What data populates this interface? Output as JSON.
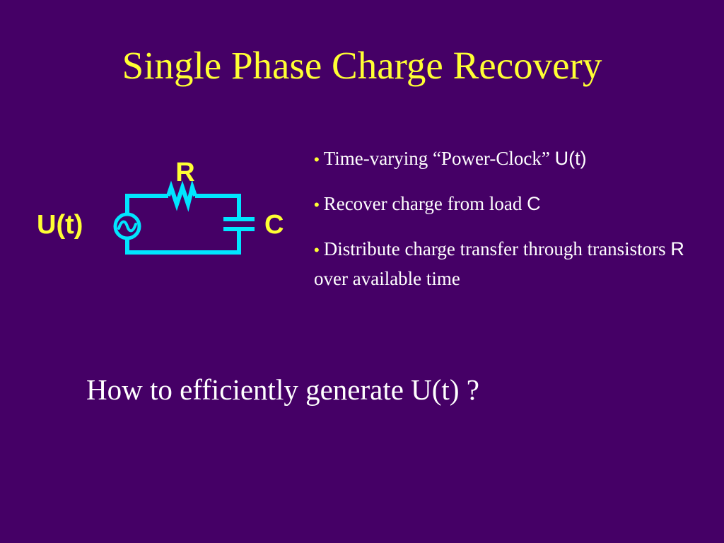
{
  "colors": {
    "background": "#450066",
    "title": "#ffff33",
    "label": "#ffff33",
    "circuit": "#00e5ff",
    "text": "#ffffff",
    "bullet": "#ffff33"
  },
  "slide": {
    "title": "Single Phase Charge Recovery",
    "question": "How to efficiently generate U(t) ?"
  },
  "diagram": {
    "label_r": "R",
    "label_source": "U(t)",
    "label_c": "C",
    "source_glyph": "∿",
    "icons": [
      "ac-source-icon",
      "resistor-icon",
      "capacitor-icon"
    ]
  },
  "bullets": [
    {
      "bullet": "•",
      "text": "Time-varying “Power-Clock” ",
      "symbol": "U(t)",
      "tail": ""
    },
    {
      "bullet": "•",
      "text": "Recover charge from load ",
      "symbol": "C",
      "tail": ""
    },
    {
      "bullet": "•",
      "text": "Distribute charge transfer through transistors ",
      "symbol": "R",
      "tail": " over available time"
    }
  ]
}
